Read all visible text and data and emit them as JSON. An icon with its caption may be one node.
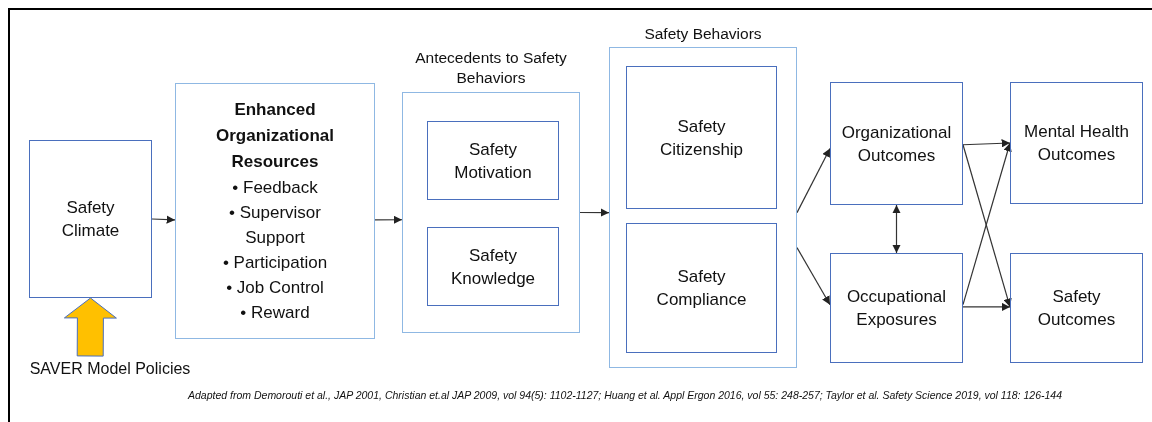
{
  "diagram": {
    "caption": "Adapted from Demorouti et al., JAP  2001, Christian et.al JAP 2009, vol 94(5): 1102-1127; Huang et al. Appl Ergon 2016, vol 55: 248-257; Taylor et al. Safety Science 2019, vol 118:  126-144",
    "nodes": [
      {
        "text": [
          "Safety Climate"
        ]
      },
      {
        "text": [
          "Enhanced Organizational Resources",
          "• Feedback",
          "• Supervisor Support",
          "• Participation",
          "• Job Control",
          "• Reward"
        ]
      },
      {
        "text": [
          "Antecedents to Safety Behaviors"
        ]
      },
      {
        "text": [
          "Safety Motivation"
        ],
        "in": 2
      },
      {
        "text": [
          "Safety Knowledge"
        ],
        "in": 2
      },
      {
        "text": [
          "Safety Behaviors"
        ]
      },
      {
        "text": [
          "Safety Citizenship"
        ],
        "in": 5
      },
      {
        "text": [
          "Safety Compliance"
        ],
        "in": 5
      },
      {
        "text": [
          "Organizational Outcomes"
        ]
      },
      {
        "text": [
          "Occupational Exposures"
        ]
      },
      {
        "text": [
          "Mental Health Outcomes"
        ]
      },
      {
        "text": [
          "Safety Outcomes"
        ]
      },
      {
        "text": [
          "SAVER Model Policies"
        ]
      }
    ],
    "edges": [
      {
        "from": 0,
        "to": 1,
        "arrow": "to"
      },
      {
        "from": 1,
        "to": 2,
        "arrow": "to"
      },
      {
        "from": 2,
        "to": 5,
        "arrow": "to"
      },
      {
        "from": 5,
        "to": 8,
        "arrow": "to"
      },
      {
        "from": 5,
        "to": 9,
        "arrow": "to"
      },
      {
        "from": 8,
        "to": 9,
        "arrow": "both"
      },
      {
        "from": 8,
        "to": 10,
        "arrow": "to"
      },
      {
        "from": 8,
        "to": 11,
        "arrow": "to"
      },
      {
        "from": 9,
        "to": 10,
        "arrow": "to"
      },
      {
        "from": 9,
        "to": 11,
        "arrow": "to"
      },
      {
        "from": 12,
        "to": 0,
        "arrow": "to",
        "style": "thick",
        "color": "#ffc000"
      }
    ]
  }
}
